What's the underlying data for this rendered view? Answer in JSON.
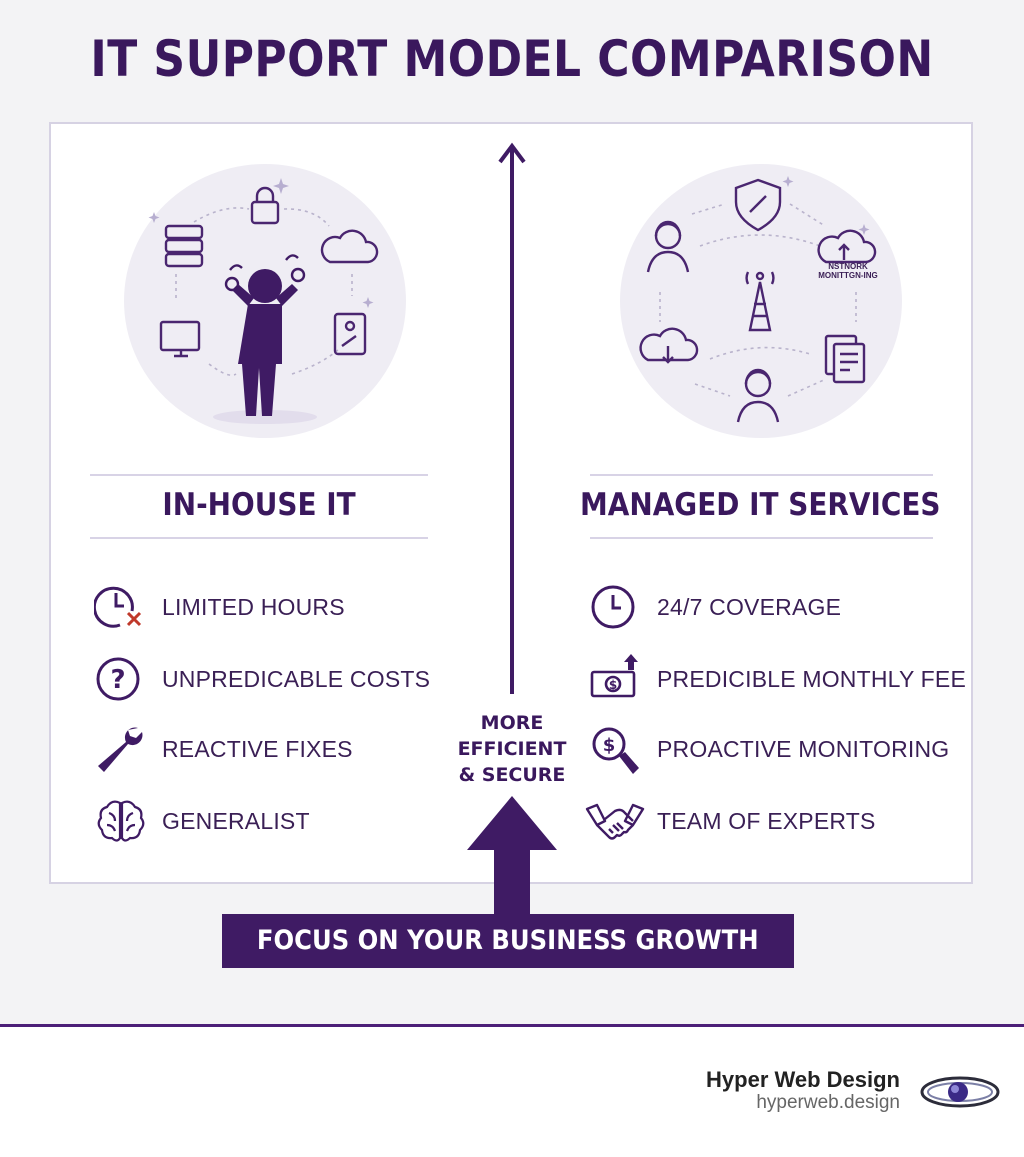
{
  "header": {
    "title": "IT SUPPORT MODEL COMPARISON"
  },
  "left": {
    "heading": "IN-HOUSE IT",
    "items": [
      {
        "label": "LIMITED HOURS",
        "icon": "clock-x-icon"
      },
      {
        "label": "UNPREDICABLE COSTS",
        "icon": "question-icon"
      },
      {
        "label": "REACTIVE FIXES",
        "icon": "wrench-icon"
      },
      {
        "label": "GENERALIST",
        "icon": "brain-icon"
      }
    ]
  },
  "right": {
    "heading": "MANAGED IT SERVICES",
    "network_label_line1": "NSTNORK",
    "network_label_line2": "MONITTGN-ING",
    "items": [
      {
        "label": "24/7 COVERAGE",
        "icon": "clock-icon"
      },
      {
        "label": "PREDICIBLE MONTHLY FEE",
        "icon": "money-up-icon"
      },
      {
        "label": "PROACTIVE MONITORING",
        "icon": "magnifier-dollar-icon"
      },
      {
        "label": "TEAM OF EXPERTS",
        "icon": "handshake-icon"
      }
    ]
  },
  "center": {
    "line1": "MORE",
    "line2": "EFFICIENT",
    "line3": "& SECURE"
  },
  "banner": {
    "text": "FOCUS ON YOUR BUSINESS GROWTH"
  },
  "footer": {
    "brand": "Hyper Web Design",
    "url": "hyperweb.design"
  },
  "colors": {
    "primary": "#3f1b64",
    "accent_red": "#c0392b",
    "panel_border": "#d6d2e3"
  }
}
